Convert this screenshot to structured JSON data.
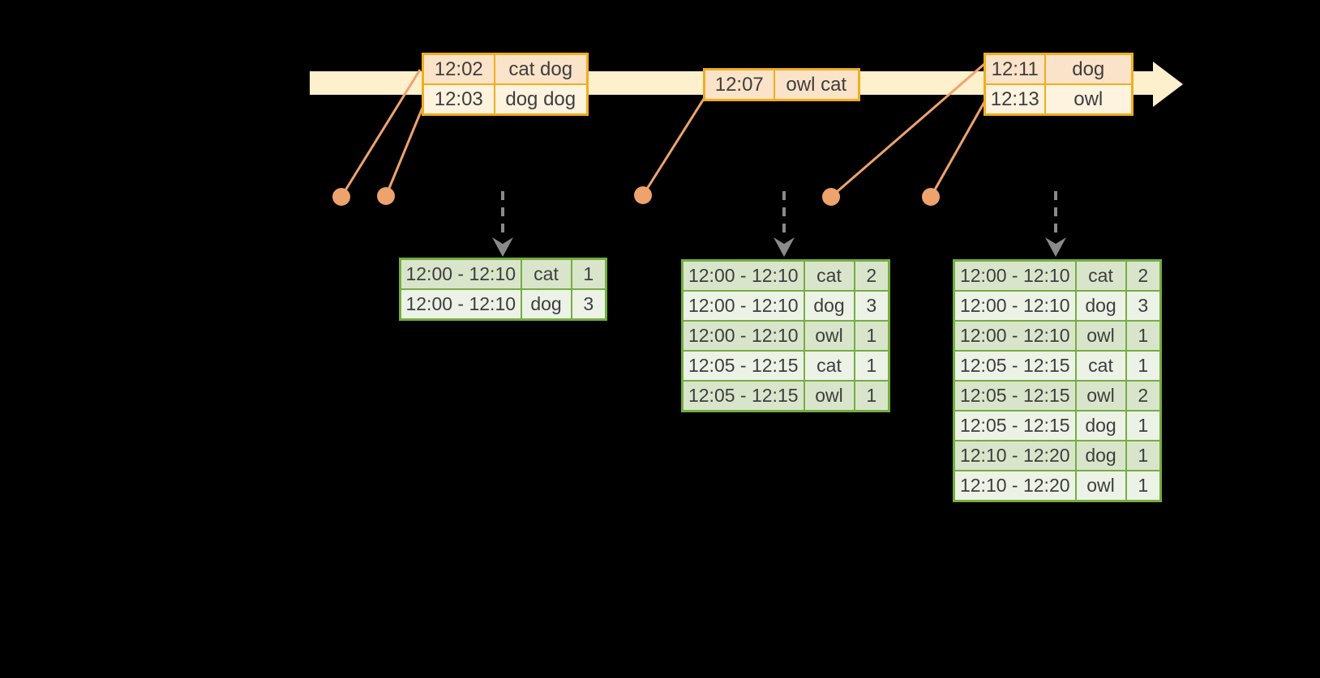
{
  "colors": {
    "background": "#000000",
    "timeline_fill": "#FCF0CD",
    "event_border": "#F0AE1E",
    "event_row_dark": "#FAE3C8",
    "event_row_light": "#FDF3DF",
    "marker": "#EEA36D",
    "result_border": "#74AD41",
    "result_row_dark": "#D9E5CB",
    "result_row_light": "#EDF2E7",
    "trigger_arrow": "#8A8A8A",
    "text": "#3E3E3E"
  },
  "event_tables": [
    {
      "rows": [
        {
          "time": "12:02",
          "words": "cat dog"
        },
        {
          "time": "12:03",
          "words": "dog dog"
        }
      ]
    },
    {
      "rows": [
        {
          "time": "12:07",
          "words": "owl cat"
        }
      ]
    },
    {
      "rows": [
        {
          "time": "12:11",
          "words": "dog"
        },
        {
          "time": "12:13",
          "words": "owl"
        }
      ]
    }
  ],
  "result_tables": [
    {
      "rows": [
        [
          "12:00 - 12:10",
          "cat",
          "1"
        ],
        [
          "12:00 - 12:10",
          "dog",
          "3"
        ]
      ]
    },
    {
      "rows": [
        [
          "12:00 - 12:10",
          "cat",
          "2"
        ],
        [
          "12:00 - 12:10",
          "dog",
          "3"
        ],
        [
          "12:00 - 12:10",
          "owl",
          "1"
        ],
        [
          "12:05 - 12:15",
          "cat",
          "1"
        ],
        [
          "12:05 - 12:15",
          "owl",
          "1"
        ]
      ]
    },
    {
      "rows": [
        [
          "12:00 - 12:10",
          "cat",
          "2"
        ],
        [
          "12:00 - 12:10",
          "dog",
          "3"
        ],
        [
          "12:00 - 12:10",
          "owl",
          "1"
        ],
        [
          "12:05 - 12:15",
          "cat",
          "1"
        ],
        [
          "12:05 - 12:15",
          "owl",
          "2"
        ],
        [
          "12:05 - 12:15",
          "dog",
          "1"
        ],
        [
          "12:10 - 12:20",
          "dog",
          "1"
        ],
        [
          "12:10 - 12:20",
          "owl",
          "1"
        ]
      ]
    }
  ]
}
